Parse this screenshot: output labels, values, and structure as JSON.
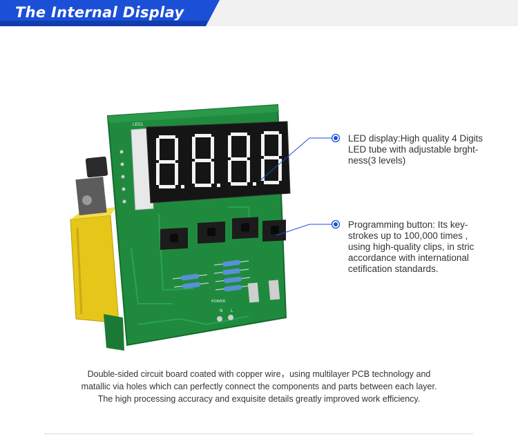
{
  "header": {
    "title": "The Internal Display",
    "accent_color": "#1a4fd6"
  },
  "callouts": {
    "led_display": {
      "lines": [
        "LED display:High quality 4 Digits",
        "LED tube with adjustable brght-",
        "ness(3 levels)"
      ],
      "icon": "bullet-dot-icon"
    },
    "programming_button": {
      "lines": [
        "Programming button:  Its key-",
        "strokes up to 100,000 times ,",
        "using high-quality clips, in stric",
        "accordance with international",
        "cetification standards."
      ],
      "icon": "bullet-dot-icon"
    }
  },
  "description": {
    "lines": [
      "Double-sided circuit board coated with copper wire，using multilayer PCB technology and",
      "matallic via holes which can perfectly connect the components and parts between each layer.",
      "The high processing accuracy and exquisite details greatly improved work efficiency."
    ]
  },
  "board": {
    "silkscreen": {
      "led_label": "LED1",
      "power_label": "POWER",
      "n_label": "N",
      "l_label": "L"
    },
    "colors": {
      "pcb": "#1f8a3e",
      "pcb_dark": "#16692e",
      "transformer": "#e6c619",
      "display": "#151515",
      "segment": "#f2f2f2"
    }
  }
}
